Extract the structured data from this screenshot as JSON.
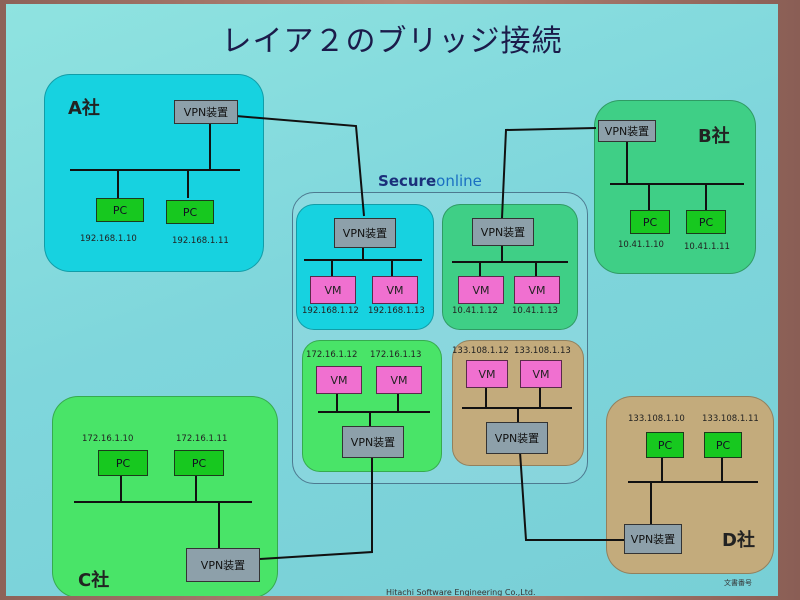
{
  "title": "レイア２のブリッジ接続",
  "logo": {
    "part1": "S",
    "part2": "ecure",
    "part3": "online"
  },
  "companies": {
    "a": {
      "label": "A社",
      "vpn": "VPN装置",
      "pc1": "PC",
      "pc2": "PC",
      "ip1": "192.168.1.10",
      "ip2": "192.168.1.11"
    },
    "b": {
      "label": "B社",
      "vpn": "VPN装置",
      "pc1": "PC",
      "pc2": "PC",
      "ip1": "10.41.1.10",
      "ip2": "10.41.1.11"
    },
    "c": {
      "label": "C社",
      "vpn": "VPN装置",
      "pc1": "PC",
      "pc2": "PC",
      "ip1": "172.16.1.10",
      "ip2": "172.16.1.11"
    },
    "d": {
      "label": "D社",
      "vpn": "VPN装置",
      "pc1": "PC",
      "pc2": "PC",
      "ip1": "133.108.1.10",
      "ip2": "133.108.1.11"
    }
  },
  "cloud_nodes": {
    "a": {
      "vpn": "VPN装置",
      "vm1": "VM",
      "vm2": "VM",
      "ip1": "192.168.1.12",
      "ip2": "192.168.1.13"
    },
    "b": {
      "vpn": "VPN装置",
      "vm1": "VM",
      "vm2": "VM",
      "ip1": "10.41.1.12",
      "ip2": "10.41.1.13"
    },
    "c": {
      "vpn": "VPN装置",
      "vm1": "VM",
      "vm2": "VM",
      "ip1": "172.16.1.12",
      "ip2": "172.16.1.13"
    },
    "d": {
      "vpn": "VPN装置",
      "vm1": "VM",
      "vm2": "VM",
      "ip1": "133.108.1.12",
      "ip2": "133.108.1.13"
    }
  },
  "footer": "Hitachi Software Engineering Co.,Ltd.",
  "doc_number": "文書番号",
  "colors": {
    "background": "#80d8dc",
    "cyan_box": "#17d2e0",
    "green_box": "#3fcf86",
    "lime_box": "#49e468",
    "tan_box": "#c3ab7c",
    "pc": "#17c81f",
    "vm": "#f070d0",
    "vpn": "#8da0aa"
  }
}
